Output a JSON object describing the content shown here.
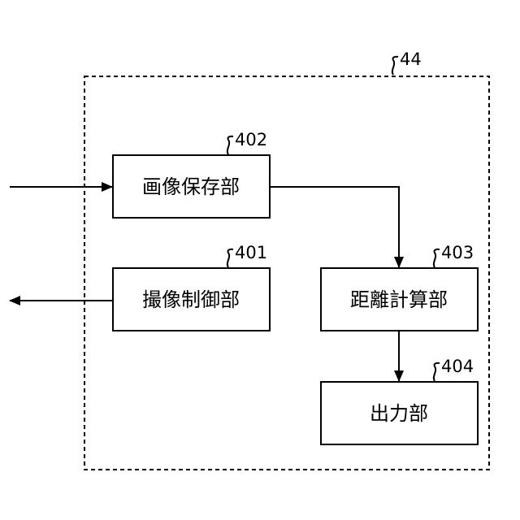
{
  "diagram": {
    "container_ref": "44",
    "blocks": {
      "image_storage": {
        "label": "画像保存部",
        "ref": "402"
      },
      "imaging_control": {
        "label": "撮像制御部",
        "ref": "401"
      },
      "distance_calc": {
        "label": "距離計算部",
        "ref": "403"
      },
      "output": {
        "label": "出力部",
        "ref": "404"
      }
    },
    "connections": [
      {
        "from": "external-input",
        "to": "image_storage"
      },
      {
        "from": "image_storage",
        "to": "distance_calc"
      },
      {
        "from": "distance_calc",
        "to": "output"
      },
      {
        "from": "imaging_control",
        "to": "external-output"
      }
    ],
    "colors": {
      "stroke": "#000000",
      "background": "#ffffff"
    }
  }
}
